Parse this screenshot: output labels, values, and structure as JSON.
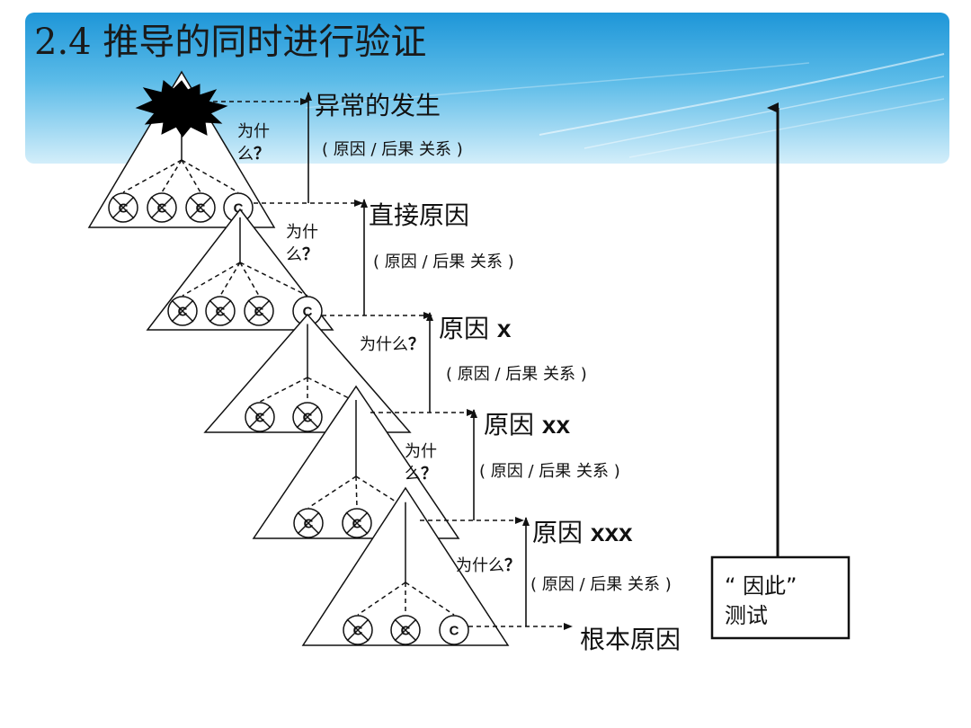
{
  "title": "2.4  推导的同时进行验证",
  "levels": [
    {
      "main": "异常的发生",
      "suffix": ""
    },
    {
      "main": "直接原因",
      "suffix": ""
    },
    {
      "main": "原因 ",
      "suffix": "x"
    },
    {
      "main": "原因 ",
      "suffix": "xx"
    },
    {
      "main": "原因 ",
      "suffix": "xxx"
    },
    {
      "main": "根本原因",
      "suffix": ""
    }
  ],
  "relation_label": "( 原因 / 后果  关系 )",
  "why": {
    "line1": "为什",
    "line2": "么",
    "inline": "为什么",
    "q": "？"
  },
  "cause_symbol": "C",
  "therefore_box": {
    "line1": "“ 因此”",
    "line2": "测试"
  },
  "colors": {
    "banner_top": "#2aa3dc",
    "banner_bottom": "#c9e9f8",
    "line": "#111111"
  }
}
